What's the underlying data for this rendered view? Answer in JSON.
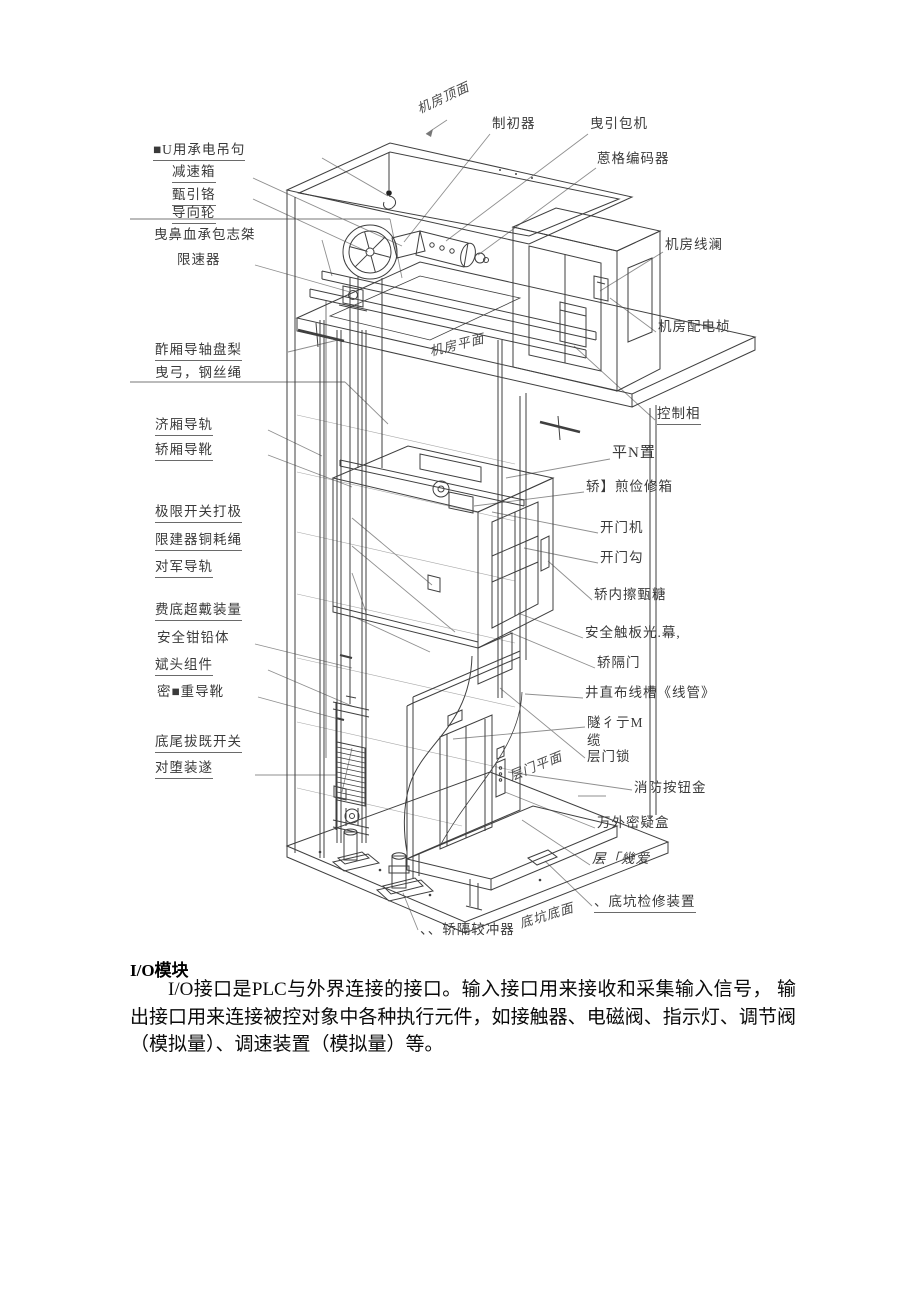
{
  "figure": {
    "plane_labels": [
      "机房顶面",
      "机房平面",
      "层门平面",
      "底坑底面"
    ],
    "left_labels": [
      "■U用承电吊句",
      "减速箱",
      "甄引铬",
      "导向轮",
      "曳鼻血承包志桀",
      "限速器",
      "酢厢导轴盘梨",
      "曳弓，钢丝绳",
      "济厢导轨",
      "轿厢导靴",
      "极限开关打极",
      "限建器铜耗绳",
      "对军导轨",
      "费底超戴装量",
      "安全钳铅体",
      "斌头组件",
      "密■重导靴",
      "底尾拔既开关",
      "对堕装遂"
    ],
    "right_labels": [
      "制初器",
      "曳引包机",
      "蒽格编码器",
      "机房线澜",
      "机房配电桢",
      "控制相",
      "平N置",
      "轿】煎俭修箱",
      "开门机",
      "开门勾",
      "轿内擦甄糖",
      "安全触板光.幕,",
      "轿隔门",
      "井直布线槽《线管》",
      "隧彳亍M",
      "缆",
      "层门锁",
      "消防按钮金",
      "万外密疑盒",
      "层「幾爱",
      "、底坑检修装置",
      "、、轿隔较冲器"
    ],
    "colors": {
      "line": "#3f3f3f",
      "leader": "#8f8f8f",
      "text": "#3a3a3a"
    }
  },
  "body_text": {
    "heading": "I/O模块",
    "paragraph": "I/O接口是PLC与外界连接的接口。输入接口用来接收和采集输入信号， 输出接口用来连接被控对象中各种执行元件，如接触器、电磁阀、指示灯、调节阀（模拟量）、调速装置（模拟量）等。"
  }
}
